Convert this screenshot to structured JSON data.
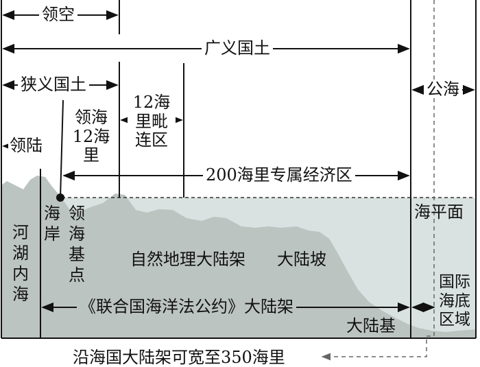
{
  "labels": {
    "territorial_airspace": "领空",
    "broad_territory": "广义国土",
    "narrow_territory": "狭义国土",
    "high_seas": "公海",
    "territorial_sea": "领海\n12海\n里",
    "contiguous_zone": "12海\n里毗\n连区",
    "land_territory": "领陆",
    "eez": "200海里专属经济区",
    "sea_level": "海平面",
    "coast": "海\n岸",
    "baseline_point": "领\n海\n基\n点",
    "inland_waters": "河\n湖\n内\n海",
    "natural_shelf": "自然地理大陆架",
    "slope": "大陆坡",
    "unclos_shelf": "《联合国海洋法公约》大陆架",
    "rise": "大陆基",
    "seabed_area": "国际\n海底\n区域",
    "shelf_350": "沿海国大陆架可宽至350海里"
  },
  "colors": {
    "ocean": "#d9e2e0",
    "seabed": "#bcc4c1",
    "ink": "#111111",
    "dashed": "#555555"
  }
}
